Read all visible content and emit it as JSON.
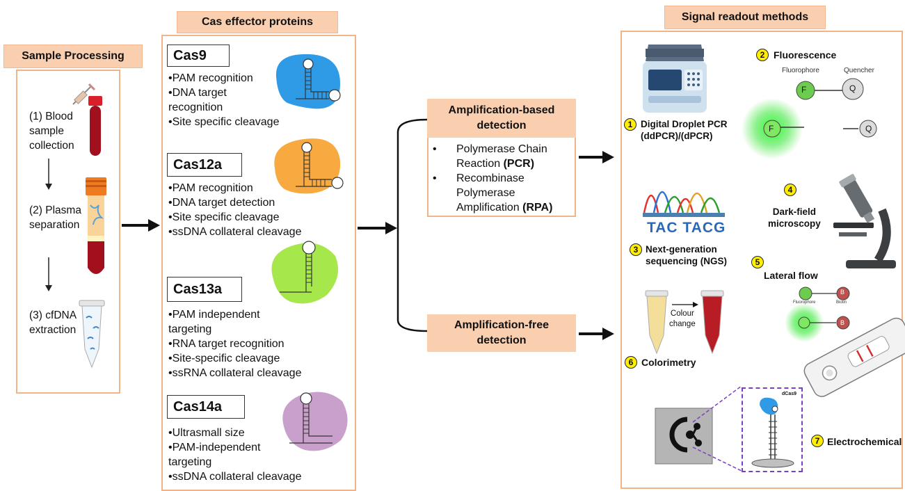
{
  "sample": {
    "header": "Sample Processing",
    "steps": [
      {
        "num": "(1)",
        "line1": "Blood",
        "line2": "sample",
        "line3": "collection"
      },
      {
        "num": "(2)",
        "line1": "Plasma",
        "line2": "separation"
      },
      {
        "num": "(3)",
        "line1": "cfDNA",
        "line2": "extraction"
      }
    ]
  },
  "cas": {
    "header": "Cas effector proteins",
    "items": [
      {
        "name": "Cas9",
        "lines": [
          "•PAM recognition",
          "•DNA target",
          "recognition",
          "•Site specific cleavage"
        ],
        "color": "#2f9be6"
      },
      {
        "name": "Cas12a",
        "lines": [
          "•PAM recognition",
          "•DNA target detection",
          "•Site specific cleavage",
          "•ssDNA collateral cleavage"
        ],
        "color": "#f8a93f"
      },
      {
        "name": "Cas13a",
        "lines": [
          "•PAM independent",
          "targeting",
          "•RNA target recognition",
          "•Site-specific cleavage",
          "•ssRNA collateral cleavage"
        ],
        "color": "#a6e84b"
      },
      {
        "name": "Cas14a",
        "lines": [
          "•Ultrasmall size",
          "•PAM-independent",
          "targeting",
          "•ssDNA collateral cleavage"
        ],
        "color": "#c9a0cc"
      }
    ]
  },
  "amp": {
    "based_title_1": "Amplification-based",
    "based_title_2": "detection",
    "bullet1_a": "Polymerase Chain",
    "bullet1_b": "Reaction ",
    "bullet1_bold": "(PCR)",
    "bullet2_a": "Recombinase",
    "bullet2_b": "Polymerase",
    "bullet2_c": "Amplification ",
    "bullet2_bold": "(RPA)",
    "free_title_1": "Amplification-free",
    "free_title_2": "detection"
  },
  "readout": {
    "header": "Signal readout methods",
    "m1": {
      "num": "1",
      "line1": "Digital Droplet PCR",
      "line2": "(ddPCR)/(dPCR)"
    },
    "m2": {
      "num": "2",
      "label": "Fluorescence",
      "fluorophore": "Fluorophore",
      "quencher": "Quencher",
      "f": "F",
      "q": "Q"
    },
    "m3": {
      "num": "3",
      "line1": "Next-generation",
      "line2": "sequencing (NGS)",
      "seq": "TAC TACG"
    },
    "m4": {
      "num": "4",
      "line1": "Dark-field",
      "line2": "microscopy"
    },
    "m5": {
      "num": "5",
      "label": "Lateral flow",
      "fluorophore": "Fluorophore",
      "biotin": "Biotin",
      "b": "B"
    },
    "m6": {
      "num": "6",
      "label": "Colorimetry",
      "change1": "Colour",
      "change2": "change"
    },
    "m7": {
      "num": "7",
      "label": "Electrochemical",
      "dcas": "dCas9"
    }
  }
}
